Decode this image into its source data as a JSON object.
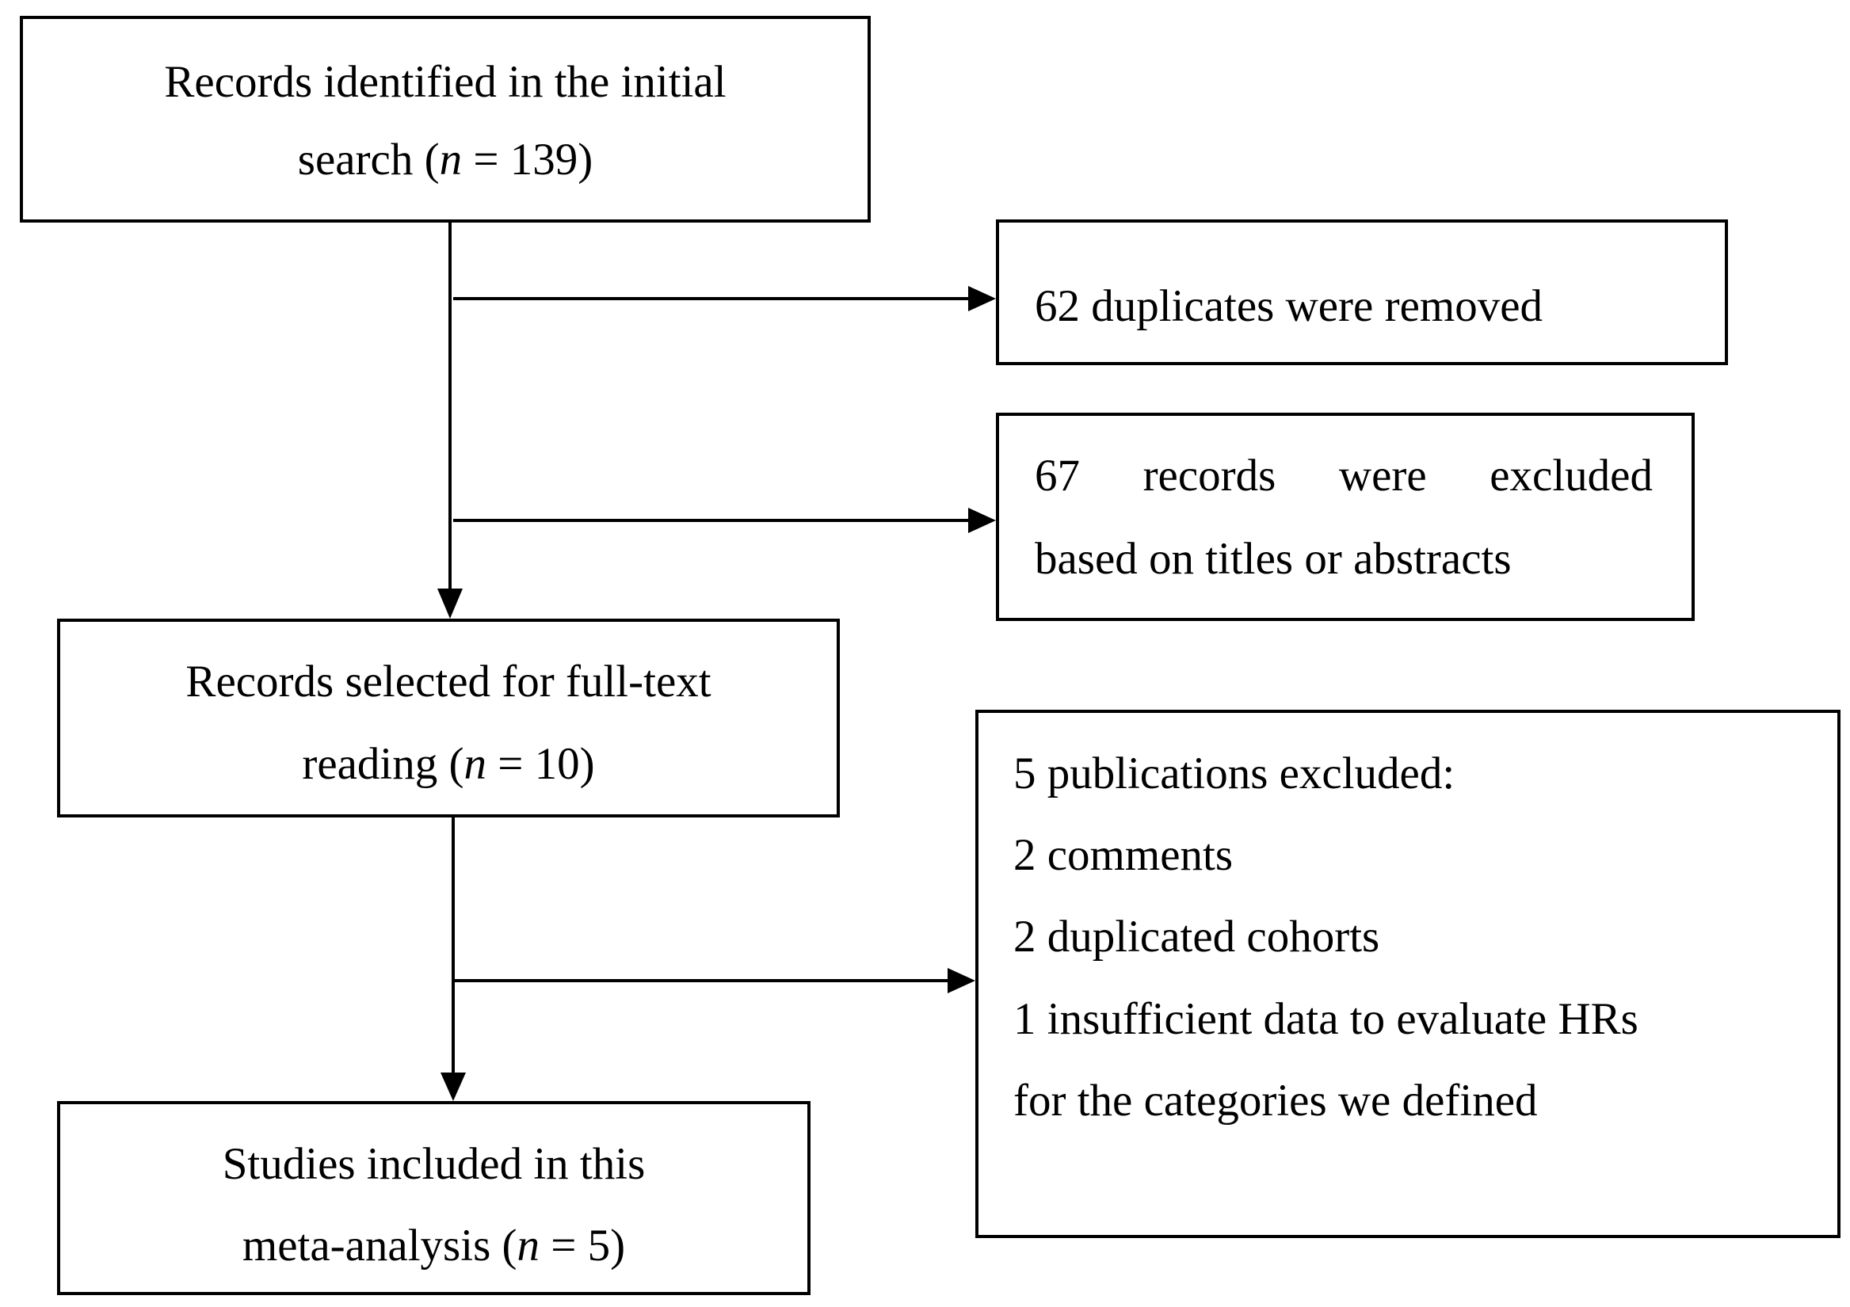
{
  "boxes": {
    "initial": {
      "line1": "Records identified in the initial",
      "line2_prefix": "search (",
      "line2_var": "n",
      "line2_suffix": " = 139)"
    },
    "duplicates": {
      "line1": "62 duplicates were removed"
    },
    "excluded_titles": {
      "line1_words": [
        "67",
        "records",
        "were",
        "excluded"
      ],
      "line2": "based on titles or abstracts"
    },
    "fulltext": {
      "line1": "Records selected for full-text",
      "line2_prefix": "reading (",
      "line2_var": "n",
      "line2_suffix": " = 10)"
    },
    "publications_excluded": {
      "lines": [
        "5 publications excluded:",
        "2 comments",
        "2 duplicated cohorts",
        "1 insufficient data to evaluate HRs",
        "for the categories we defined"
      ]
    },
    "included": {
      "line1": "Studies included in this",
      "line2_prefix": "meta-analysis (",
      "line2_var": "n",
      "line2_suffix": " = 5)"
    }
  }
}
